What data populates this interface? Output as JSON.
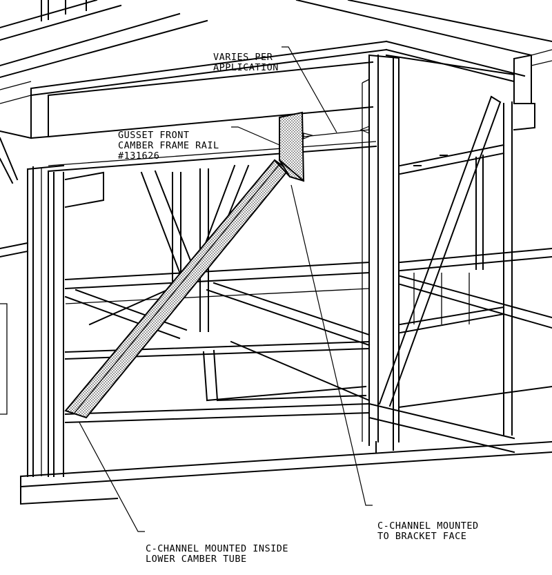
{
  "callouts": {
    "varies": {
      "lines": [
        "VARIES PER",
        "APPLICATION"
      ]
    },
    "gusset": {
      "lines": [
        "GUSSET FRONT",
        "CAMBER FRAME RAIL",
        "#131626"
      ]
    },
    "bracket": {
      "lines": [
        "C-CHANNEL MOUNTED",
        "TO BRACKET FACE"
      ]
    },
    "lower": {
      "lines": [
        "C-CHANNEL MOUNTED INSIDE",
        "LOWER CAMBER TUBE"
      ]
    }
  },
  "colors": {
    "ink": "#000000",
    "paper": "#ffffff",
    "hatch": "#9a9a9a"
  }
}
